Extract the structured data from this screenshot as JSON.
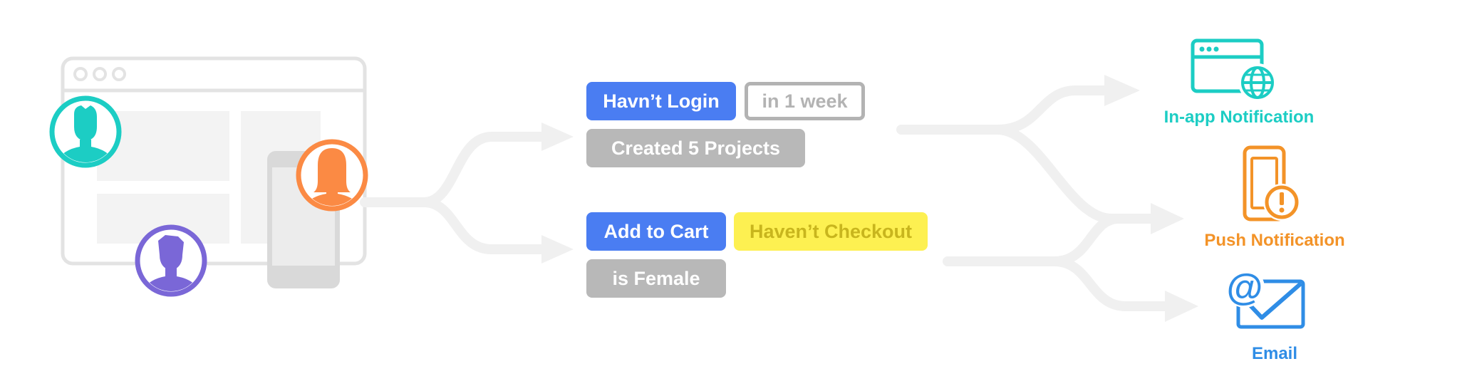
{
  "segments": [
    {
      "conditions": [
        {
          "label": "Havn’t Login",
          "style": "blue"
        },
        {
          "label": "in 1 week",
          "style": "outline"
        },
        {
          "label": "Created 5 Projects",
          "style": "grey"
        }
      ]
    },
    {
      "conditions": [
        {
          "label": "Add to Cart",
          "style": "blue"
        },
        {
          "label": "Haven’t Checkout",
          "style": "yellow"
        },
        {
          "label": "is Female",
          "style": "grey"
        }
      ]
    }
  ],
  "channels": {
    "in_app": {
      "label": "In-app Notification",
      "color": "#1ccdc4",
      "icon": "browser-globe-icon"
    },
    "push": {
      "label": "Push Notification",
      "color": "#f39328",
      "icon": "phone-alert-icon"
    },
    "email": {
      "label": "Email",
      "color": "#2f8de6",
      "icon": "at-envelope-icon"
    }
  },
  "users": [
    {
      "icon": "user-male-icon",
      "color": "#1ccdc4"
    },
    {
      "icon": "user-female-icon",
      "color": "#fb8a44"
    },
    {
      "icon": "user-male-icon",
      "color": "#7a67d7"
    }
  ],
  "colors": {
    "flow_line": "#f0f0f0",
    "device_outline": "#e3e3e3",
    "tag_blue": "#4a7df2",
    "tag_grey": "#b8b8b8",
    "tag_yellow": "#fdf051"
  }
}
